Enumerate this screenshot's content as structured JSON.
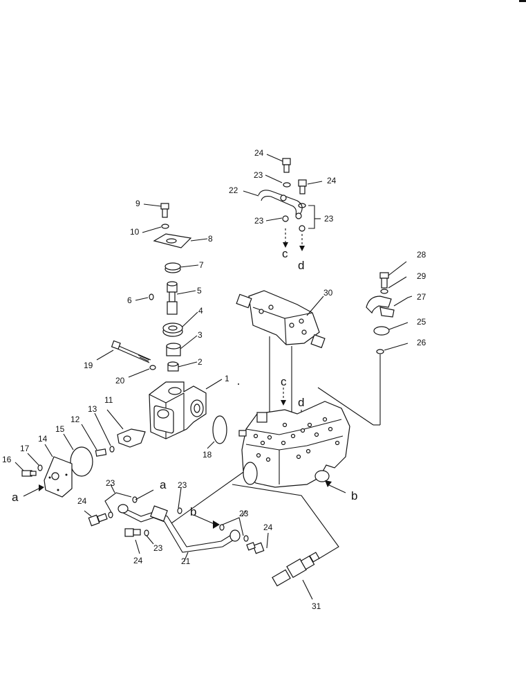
{
  "labels": {
    "n1": "1",
    "n2": "2",
    "n3": "3",
    "n4": "4",
    "n5": "5",
    "n6": "6",
    "n7": "7",
    "n8": "8",
    "n9": "9",
    "n10": "10",
    "n11": "11",
    "n12": "12",
    "n13": "13",
    "n14": "14",
    "n15": "15",
    "n16": "16",
    "n17": "17",
    "n18": "18",
    "n19": "19",
    "n20": "20",
    "n21": "21",
    "n22": "22",
    "n23a": "23",
    "n23b": "23",
    "n23c": "23",
    "n23d": "23",
    "n23e": "23",
    "n23f": "23",
    "n23g": "23",
    "n24a": "24",
    "n24b": "24",
    "n24c": "24",
    "n24d": "24",
    "n24e": "24",
    "n25": "25",
    "n26": "26",
    "n27": "27",
    "n28": "28",
    "n29": "29",
    "n30": "30",
    "n31": "31"
  },
  "letters": {
    "a_left": "a",
    "a_pipe": "a",
    "b_pipe": "b",
    "b_body": "b",
    "c_top": "c",
    "c_body": "c",
    "d_top": "d",
    "d_body": "d"
  }
}
